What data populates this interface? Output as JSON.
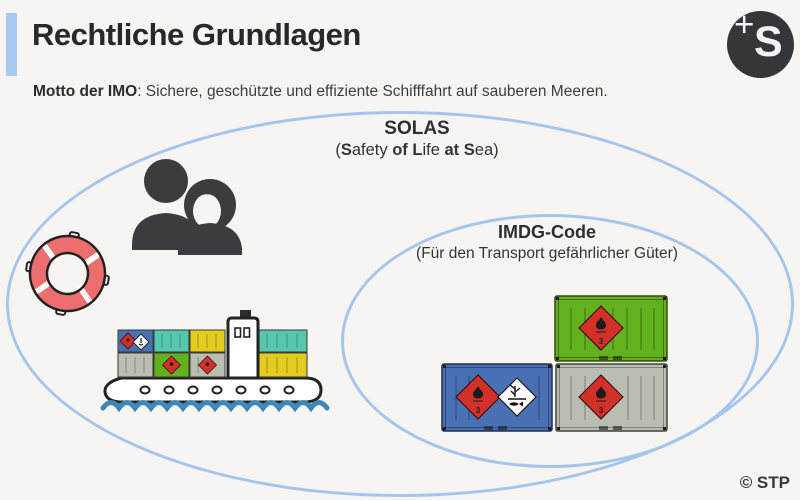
{
  "page": {
    "background": "#f6f5f2"
  },
  "header": {
    "accent_color": "#a8c8f0",
    "title": "Rechtliche Grundlagen",
    "motto_label": "Motto der IMO",
    "motto_rest": ": Sichere, geschützte und effiziente Schifffahrt auf sauberen Meeren."
  },
  "logo": {
    "plus": "+",
    "letter": "S",
    "background": "#35363a"
  },
  "diagram": {
    "ellipse_stroke": "#a5c6ec",
    "solas": {
      "title": "SOLAS",
      "subtitle_parts": [
        {
          "t": "(",
          "b": false
        },
        {
          "t": "S",
          "b": true
        },
        {
          "t": "afety ",
          "b": false
        },
        {
          "t": "of",
          "b": true
        },
        {
          "t": " ",
          "b": false
        },
        {
          "t": "L",
          "b": true
        },
        {
          "t": "ife ",
          "b": false
        },
        {
          "t": "at",
          "b": true
        },
        {
          "t": " ",
          "b": false
        },
        {
          "t": "S",
          "b": true
        },
        {
          "t": "ea)",
          "b": false
        }
      ]
    },
    "imdg": {
      "title": "IMDG-Code",
      "subtitle": "(Für den Transport gefährlicher Güter)"
    },
    "hazard_class_label": "3",
    "icons": {
      "people": "crew-people-icon",
      "lifebuoy": "lifebuoy-icon",
      "ship": "container-ship-icon",
      "flammable": "flammable-hazard-label-icon",
      "environment": "environment-hazard-label-icon"
    },
    "colors": {
      "hazard_red": "#d23129",
      "container_blue": "#4a70b4",
      "container_teal": "#56c7af",
      "container_yellow": "#e4cb20",
      "container_green": "#63b11e",
      "container_gray": "#b9beb2",
      "lifebuoy_red": "#ed6e6e",
      "water_blue": "#3e86b4",
      "people_dark": "#3c3c40"
    }
  },
  "footer": {
    "copyright": "© STP"
  }
}
